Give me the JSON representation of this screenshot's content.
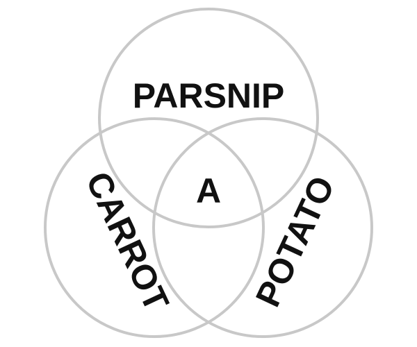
{
  "diagram": {
    "type": "venn",
    "sets": {
      "top": "PARSNIP",
      "left": "CARROT",
      "right": "POTATO"
    },
    "intersection_label": "A",
    "colors": {
      "circle_stroke": "#c8c8c8",
      "label_text": "#111111",
      "background": "#ffffff"
    }
  }
}
